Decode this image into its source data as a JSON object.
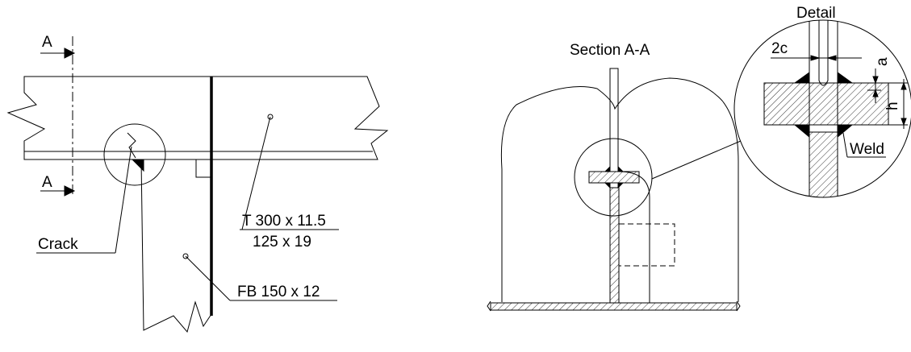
{
  "left_view": {
    "section_mark_top": "A",
    "section_mark_bottom": "A",
    "crack_label": "Crack",
    "t_bar_label_line1": "T 300 x 11.5",
    "t_bar_label_line2": "125 x 19",
    "flat_bar_label": "FB 150 x 12"
  },
  "section_view": {
    "title": "Section A-A"
  },
  "detail_view": {
    "title": "Detail",
    "dim_2c": "2c",
    "dim_a": "a",
    "dim_h": "h",
    "weld_label": "Weld"
  }
}
